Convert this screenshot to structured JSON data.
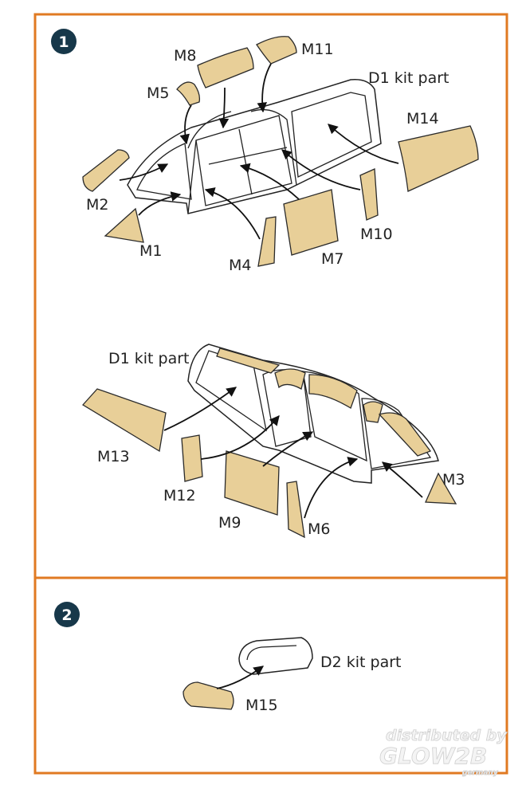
{
  "colors": {
    "border": "#e07a22",
    "mask": "#e8cf98",
    "step_badge": "#17384a"
  },
  "step1": {
    "number": "1",
    "top_view": {
      "kit_part": "D1 kit part",
      "labels": [
        "M8",
        "M11",
        "M5",
        "M14",
        "M2",
        "M1",
        "M10",
        "M4",
        "M7"
      ]
    },
    "bottom_view": {
      "kit_part": "D1 kit part",
      "labels": [
        "M13",
        "M12",
        "M9",
        "M6",
        "M3"
      ]
    }
  },
  "step2": {
    "number": "2",
    "kit_part": "D2 kit part",
    "labels": [
      "M15"
    ]
  },
  "watermark": {
    "line1": "distributed by",
    "line2": "GLOW2B",
    "line3": "germany"
  }
}
